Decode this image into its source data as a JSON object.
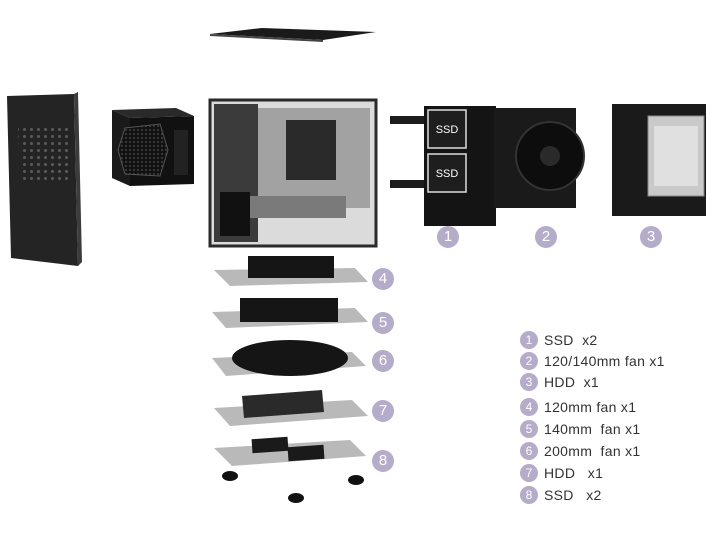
{
  "badges": [
    "1",
    "2",
    "3",
    "4",
    "5",
    "6",
    "7",
    "8"
  ],
  "legend": [
    {
      "num": "1",
      "text": "SSD  x2"
    },
    {
      "num": "2",
      "text": "120/140mm fan x1"
    },
    {
      "num": "3",
      "text": "HDD  x1"
    },
    {
      "num": "4",
      "text": "120mm fan x1"
    },
    {
      "num": "5",
      "text": "140mm  fan x1"
    },
    {
      "num": "6",
      "text": "200mm  fan x1"
    },
    {
      "num": "7",
      "text": "HDD   x1"
    },
    {
      "num": "8",
      "text": "SSD   x2"
    }
  ],
  "ssd_labels": [
    "SSD",
    "SSD"
  ],
  "colors": {
    "badge": "#b4acc9",
    "tray": "#b9b9b9",
    "dark": "#1c1c1c"
  }
}
